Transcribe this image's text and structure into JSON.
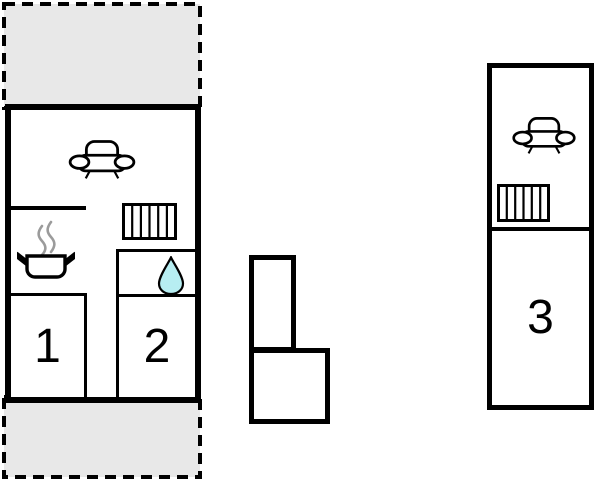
{
  "plan": {
    "background": "#ffffff",
    "wall_color": "#000000",
    "terrace": {
      "fill": "#e8e8e8",
      "border_color": "#000000"
    },
    "water_drop_fill": "#b7eef2",
    "steam_color": "#9b9b9b",
    "rooms": [
      {
        "number": "1"
      },
      {
        "number": "2"
      },
      {
        "number": "3"
      }
    ],
    "icons": {
      "sofa": "sofa-icon",
      "radiator": "radiator-icon",
      "stove": "cooking-pot-steam-icon",
      "water_drop": "water-drop-icon"
    }
  }
}
